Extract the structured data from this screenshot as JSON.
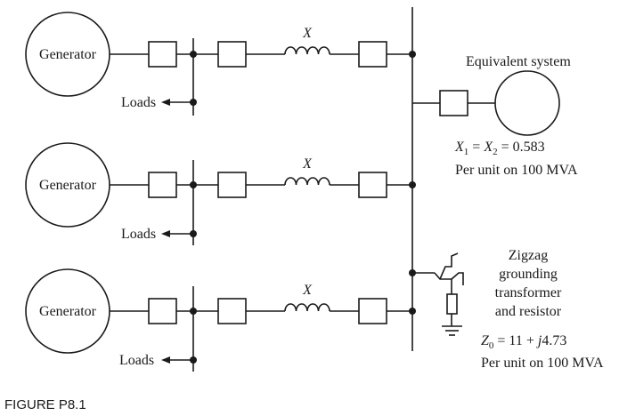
{
  "generators": [
    {
      "label": "Generator",
      "reactance_label": "X",
      "loads_label": "Loads"
    },
    {
      "label": "Generator",
      "reactance_label": "X",
      "loads_label": "Loads"
    },
    {
      "label": "Generator",
      "reactance_label": "X",
      "loads_label": "Loads"
    }
  ],
  "equivalent_system": {
    "title": "Equivalent system",
    "reactance_x1": "X",
    "reactance_sub1": "1",
    "reactance_x2": "X",
    "reactance_sub2": "2",
    "reactance_value": " = 0.583",
    "base": "Per unit on 100 MVA"
  },
  "zigzag": {
    "line1": "Zigzag",
    "line2": "grounding",
    "line3": "transformer",
    "line4": "and resistor",
    "impedance_z": "Z",
    "impedance_sub": "0",
    "impedance_value_pre": " = 11 + ",
    "impedance_j": "j",
    "impedance_value_post": "4.73",
    "base": "Per unit on 100 MVA"
  },
  "caption": "FIGURE P8.1"
}
